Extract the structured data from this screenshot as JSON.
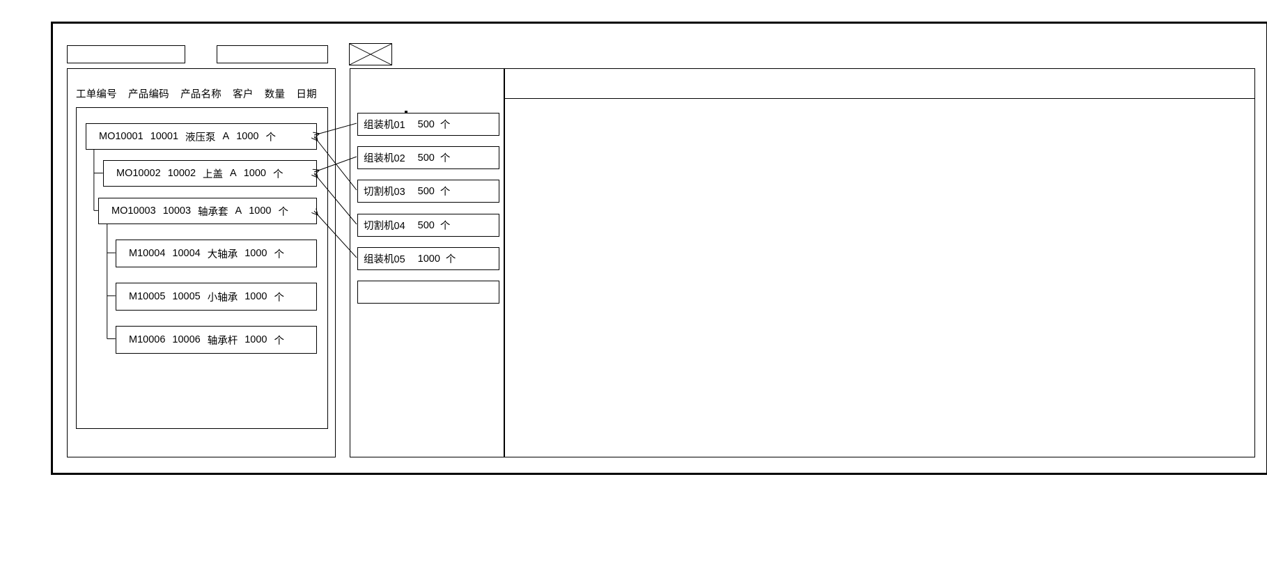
{
  "window": {
    "title": ""
  },
  "toolbar": {
    "field_1_value": "",
    "field_1_placeholder": "",
    "field_2_value": "",
    "field_2_placeholder": "",
    "image_placeholder_name": "image-placeholder-icon"
  },
  "work_order_panel": {
    "columns": [
      "工单编号",
      "产品编码",
      "产品名称",
      "客户",
      "数量",
      "日期"
    ],
    "rows": [
      {
        "level": 0,
        "order_no": "MO10001",
        "product_code": "10001",
        "product_name": "液压泵",
        "customer": "A",
        "quantity": "1000",
        "unit": "个",
        "date": ""
      },
      {
        "level": 1,
        "order_no": "MO10002",
        "product_code": "10002",
        "product_name": "上盖",
        "customer": "A",
        "quantity": "1000",
        "unit": "个",
        "date": ""
      },
      {
        "level": 1,
        "order_no": "MO10003",
        "product_code": "10003",
        "product_name": "轴承套",
        "customer": "A",
        "quantity": "1000",
        "unit": "个",
        "date": ""
      },
      {
        "level": 2,
        "order_no": "M10004",
        "product_code": "10004",
        "product_name": "大轴承",
        "customer": "",
        "quantity": "1000",
        "unit": "个",
        "date": ""
      },
      {
        "level": 2,
        "order_no": "M10005",
        "product_code": "10005",
        "product_name": "小轴承",
        "customer": "",
        "quantity": "1000",
        "unit": "个",
        "date": ""
      },
      {
        "level": 2,
        "order_no": "M10006",
        "product_code": "10006",
        "product_name": "轴承杆",
        "customer": "",
        "quantity": "1000",
        "unit": "个",
        "date": ""
      }
    ]
  },
  "machine_panel": {
    "items": [
      {
        "name": "组装机01",
        "quantity": "500",
        "unit": "个"
      },
      {
        "name": "组装机02",
        "quantity": "500",
        "unit": "个"
      },
      {
        "name": "切割机03",
        "quantity": "500",
        "unit": "个"
      },
      {
        "name": "切割机04",
        "quantity": "500",
        "unit": "个"
      },
      {
        "name": "组装机05",
        "quantity": "1000",
        "unit": "个"
      },
      {
        "name": "",
        "quantity": "",
        "unit": ""
      }
    ]
  },
  "detail_panel": {
    "header_text": "",
    "body_text": ""
  },
  "colors": {
    "stroke": "#000000",
    "background": "#ffffff"
  }
}
